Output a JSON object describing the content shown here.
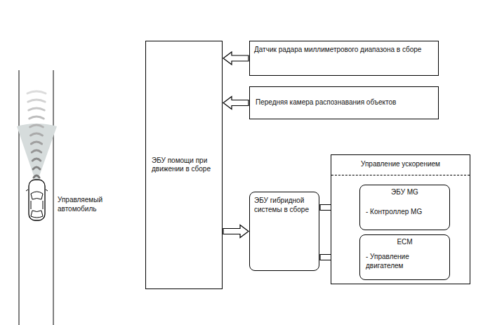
{
  "diagram": {
    "nodes": [
      {
        "text": [
          "ЭБУ помощи при движении в сборе"
        ]
      },
      {
        "text": [
          "Датчик радара миллиметрового диапазона в сборе"
        ]
      },
      {
        "text": [
          "Передняя камера распознавания объектов"
        ]
      },
      {
        "text": [
          "ЭБУ гибридной системы в сборе"
        ]
      },
      {
        "text": [
          "Управление ускорением"
        ]
      },
      {
        "text": [
          "ЭБУ MG",
          "- Контроллер MG"
        ],
        "in": 4
      },
      {
        "text": [
          "ECM",
          "- Управление двигателем"
        ],
        "in": 4
      }
    ],
    "edges": [
      {
        "from": 1,
        "to": 0,
        "arrow": "to"
      },
      {
        "from": 2,
        "to": 0,
        "arrow": "to"
      },
      {
        "from": 0,
        "to": 3,
        "arrow": "to"
      },
      {
        "from": 3,
        "to": 5,
        "arrow": "to"
      },
      {
        "from": 3,
        "to": 6,
        "arrow": "to"
      }
    ],
    "labels": [
      "Управляемый автомобиль"
    ]
  }
}
